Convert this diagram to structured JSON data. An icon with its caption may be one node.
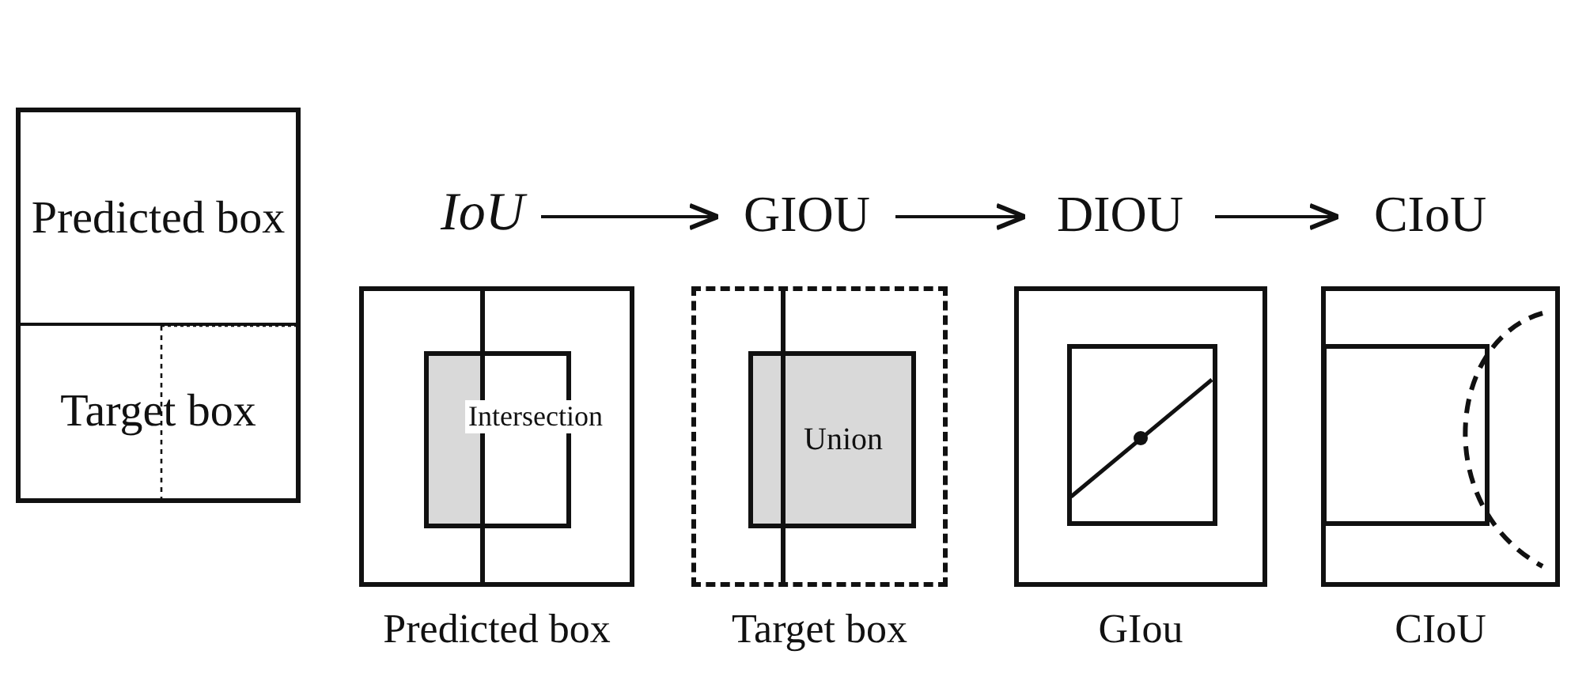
{
  "diagram": {
    "nodes": [
      {
        "text": [
          "Predicted box"
        ]
      },
      {
        "text": [
          "Target box"
        ]
      },
      {
        "text": [
          "IoU"
        ]
      },
      {
        "text": [
          "GIOU"
        ]
      },
      {
        "text": [
          "DIOU"
        ]
      },
      {
        "text": [
          "CIoU"
        ]
      },
      {
        "text": [],
        "shape": "box",
        "beside": [
          "Predicted box"
        ]
      },
      {
        "text": [
          "Intersection"
        ],
        "in": 6
      },
      {
        "text": [],
        "shape": "box",
        "beside": [
          "Target box"
        ]
      },
      {
        "text": [
          "Union"
        ],
        "in": 8
      },
      {
        "text": [],
        "shape": "box",
        "beside": [
          "GIou"
        ]
      },
      {
        "text": [],
        "shape": "box",
        "beside": [
          "CIoU"
        ]
      }
    ],
    "edges": [
      {
        "from": 2,
        "to": 3,
        "arrow": "to"
      },
      {
        "from": 3,
        "to": 4,
        "arrow": "to"
      },
      {
        "from": 4,
        "to": 5,
        "arrow": "to"
      }
    ]
  }
}
